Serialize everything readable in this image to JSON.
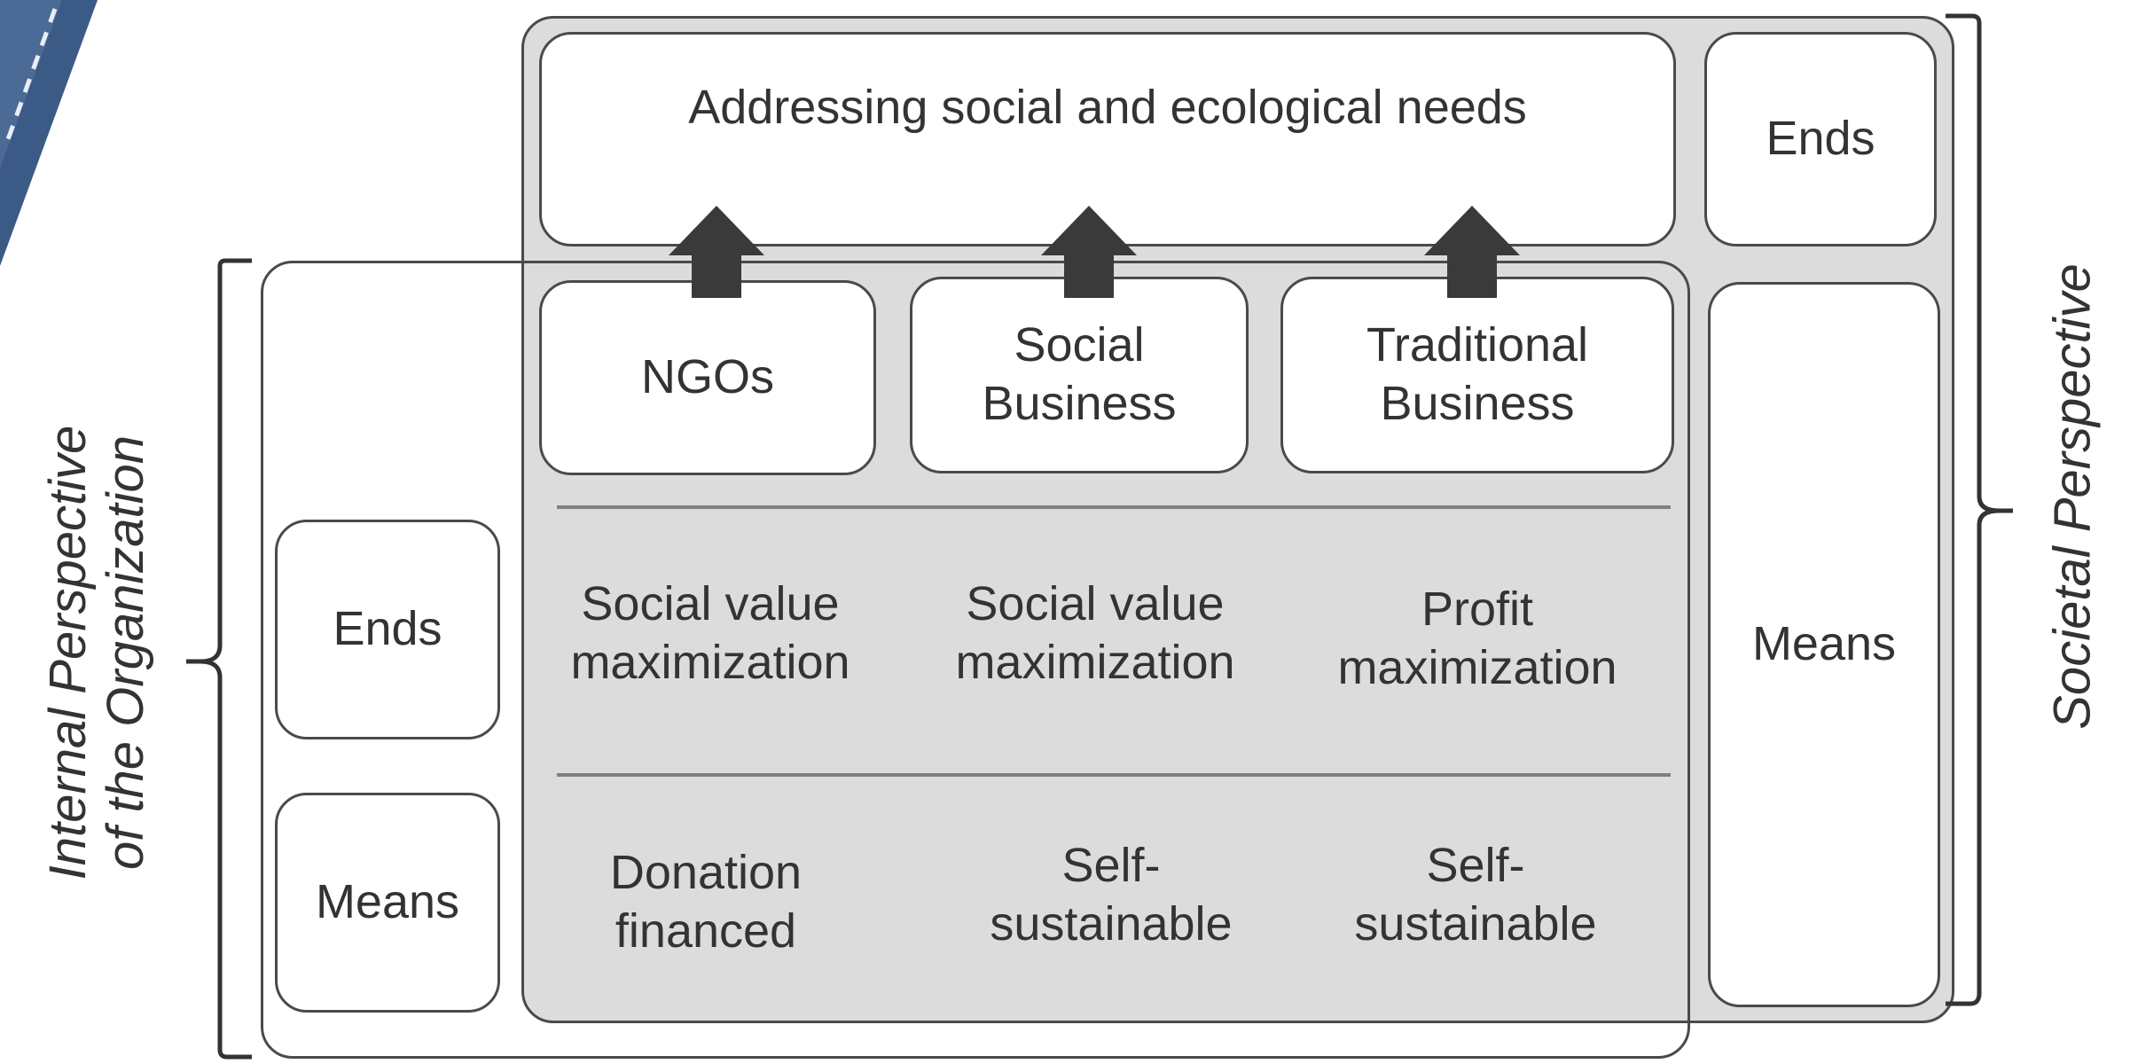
{
  "diagram": {
    "top_goal": "Addressing social and ecological needs",
    "organizations": [
      "NGOs",
      "Social\nBusiness",
      "Traditional\nBusiness"
    ],
    "ends_row": [
      "Social value\nmaximization",
      "Social value\nmaximization",
      "Profit\nmaximization"
    ],
    "means_row": [
      "Donation\nfinanced",
      "Self-\nsustainable",
      "Self-\nsustainable"
    ],
    "internal_perspective": {
      "title": "Internal Perspective\nof the Organization",
      "ends_label": "Ends",
      "means_label": "Means"
    },
    "societal_perspective": {
      "title": "Societal Perspective",
      "ends_label": "Ends",
      "means_label": "Means"
    }
  },
  "colors": {
    "panel_fill": "#dcdcdc",
    "arrow": "#3a3a3a",
    "text": "#333333",
    "decoration_denim": "#3c5a86"
  }
}
